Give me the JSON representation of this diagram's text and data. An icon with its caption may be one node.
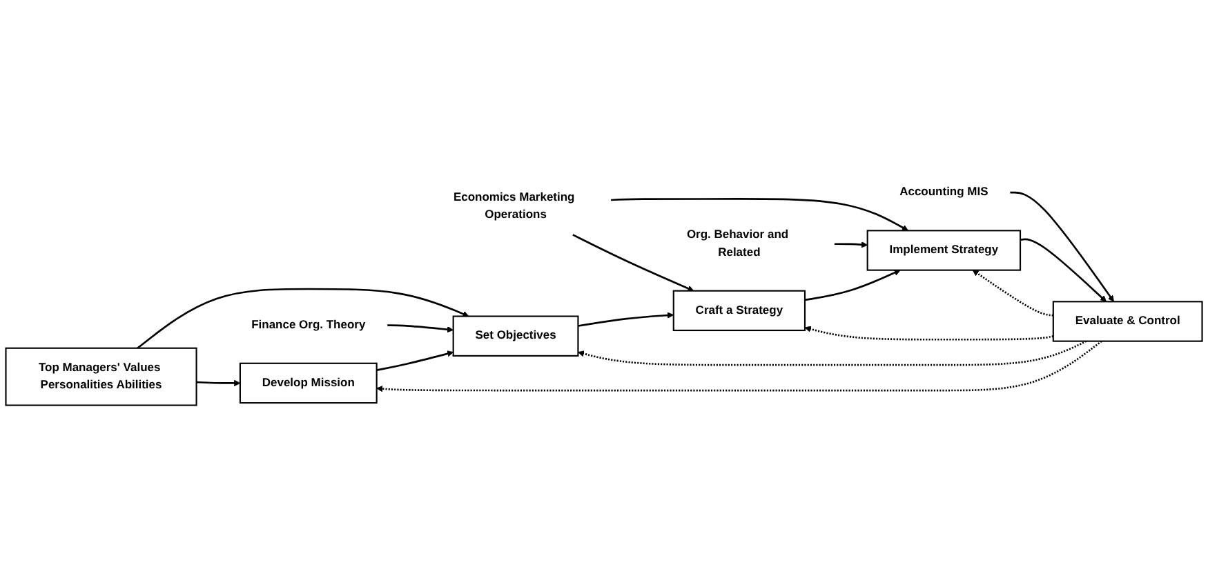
{
  "diagram": {
    "nodes": [
      {
        "text": [
          "Top Managers' Values Personalities Abilities"
        ]
      },
      {
        "text": [
          "Finance Org. Theory"
        ]
      },
      {
        "text": [
          "Economics Marketing Operations"
        ]
      },
      {
        "text": [
          "Org. Behavior and Related"
        ]
      },
      {
        "text": [
          "Accounting MIS"
        ]
      },
      {
        "text": [
          "Develop Mission"
        ]
      },
      {
        "text": [
          "Set Objectives"
        ]
      },
      {
        "text": [
          "Craft a Strategy"
        ]
      },
      {
        "text": [
          "Implement Strategy"
        ]
      },
      {
        "text": [
          "Evaluate & Control"
        ]
      }
    ],
    "edges": [
      {
        "from": 0,
        "to": 5,
        "arrow": "to"
      },
      {
        "from": 0,
        "to": 6,
        "arrow": "to"
      },
      {
        "from": 1,
        "to": 6,
        "arrow": "to"
      },
      {
        "from": 2,
        "to": 7,
        "arrow": "to"
      },
      {
        "from": 2,
        "to": 8,
        "arrow": "to"
      },
      {
        "from": 3,
        "to": 8,
        "arrow": "to"
      },
      {
        "from": 4,
        "to": 9,
        "arrow": "to"
      },
      {
        "from": 5,
        "to": 6,
        "arrow": "to"
      },
      {
        "from": 6,
        "to": 7,
        "arrow": "to"
      },
      {
        "from": 7,
        "to": 8,
        "arrow": "to"
      },
      {
        "from": 8,
        "to": 9,
        "arrow": "to"
      },
      {
        "from": 9,
        "to": 8,
        "arrow": "to",
        "style": "dashed"
      },
      {
        "from": 9,
        "to": 7,
        "arrow": "to",
        "style": "dashed"
      },
      {
        "from": 9,
        "to": 6,
        "arrow": "to",
        "style": "dashed"
      },
      {
        "from": 9,
        "to": 5,
        "arrow": "to",
        "style": "dashed"
      }
    ]
  }
}
